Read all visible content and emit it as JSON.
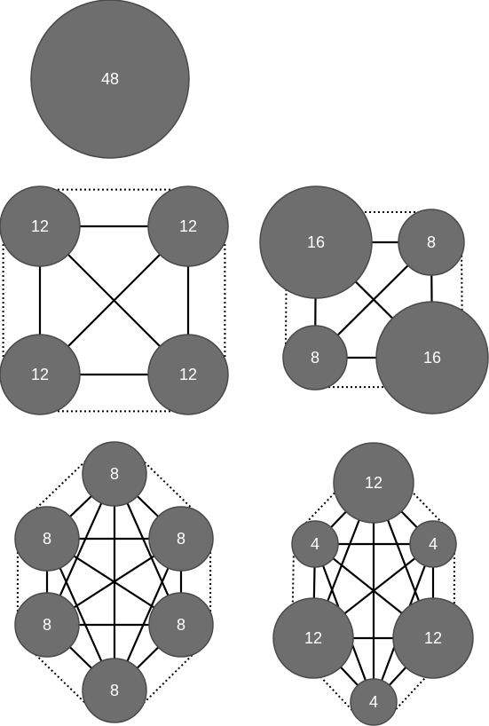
{
  "colors": {
    "node_fill": "#6e6e6e",
    "node_stroke": "#4a4a4a",
    "node_label": "#ffffff",
    "edge": "#000000",
    "background": "#ffffff"
  },
  "diagrams": [
    {
      "id": "single-node",
      "nodes": [
        {
          "id": "a",
          "label": "48"
        }
      ],
      "edges": [],
      "boundary": []
    },
    {
      "id": "square-4",
      "nodes": [
        {
          "id": "tl",
          "label": "12"
        },
        {
          "id": "tr",
          "label": "12"
        },
        {
          "id": "bl",
          "label": "12"
        },
        {
          "id": "br",
          "label": "12"
        }
      ],
      "edges": [
        [
          "tl",
          "tr"
        ],
        [
          "tl",
          "bl"
        ],
        [
          "tr",
          "br"
        ],
        [
          "bl",
          "br"
        ],
        [
          "tl",
          "br"
        ],
        [
          "tr",
          "bl"
        ]
      ],
      "boundary": [
        "tl",
        "tr",
        "br",
        "bl"
      ]
    },
    {
      "id": "square-4-mixed",
      "nodes": [
        {
          "id": "tl",
          "label": "16"
        },
        {
          "id": "tr",
          "label": "8"
        },
        {
          "id": "bl",
          "label": "8"
        },
        {
          "id": "br",
          "label": "16"
        }
      ],
      "edges": [
        [
          "tl",
          "tr"
        ],
        [
          "tl",
          "bl"
        ],
        [
          "tr",
          "br"
        ],
        [
          "bl",
          "br"
        ],
        [
          "tl",
          "br"
        ],
        [
          "tr",
          "bl"
        ]
      ],
      "boundary": [
        "tl",
        "tr",
        "br",
        "bl"
      ]
    },
    {
      "id": "hexagon-6",
      "nodes": [
        {
          "id": "top",
          "label": "8"
        },
        {
          "id": "ul",
          "label": "8"
        },
        {
          "id": "ur",
          "label": "8"
        },
        {
          "id": "ll",
          "label": "8"
        },
        {
          "id": "lr",
          "label": "8"
        },
        {
          "id": "bottom",
          "label": "8"
        }
      ],
      "edges": [
        [
          "top",
          "ul"
        ],
        [
          "top",
          "ur"
        ],
        [
          "top",
          "ll"
        ],
        [
          "top",
          "lr"
        ],
        [
          "top",
          "bottom"
        ],
        [
          "ul",
          "ur"
        ],
        [
          "ul",
          "ll"
        ],
        [
          "ul",
          "lr"
        ],
        [
          "ul",
          "bottom"
        ],
        [
          "ur",
          "ll"
        ],
        [
          "ur",
          "lr"
        ],
        [
          "ur",
          "bottom"
        ],
        [
          "ll",
          "lr"
        ],
        [
          "ll",
          "bottom"
        ],
        [
          "lr",
          "bottom"
        ]
      ],
      "boundary": [
        "top",
        "ur",
        "lr",
        "bottom",
        "ll",
        "ul"
      ]
    },
    {
      "id": "hexagon-6-mixed",
      "nodes": [
        {
          "id": "top",
          "label": "12"
        },
        {
          "id": "ul",
          "label": "4"
        },
        {
          "id": "ur",
          "label": "4"
        },
        {
          "id": "ll",
          "label": "12"
        },
        {
          "id": "lr",
          "label": "12"
        },
        {
          "id": "bottom",
          "label": "4"
        }
      ],
      "edges": [
        [
          "top",
          "ul"
        ],
        [
          "top",
          "ur"
        ],
        [
          "top",
          "ll"
        ],
        [
          "top",
          "lr"
        ],
        [
          "top",
          "bottom"
        ],
        [
          "ul",
          "ur"
        ],
        [
          "ul",
          "ll"
        ],
        [
          "ul",
          "lr"
        ],
        [
          "ul",
          "bottom"
        ],
        [
          "ur",
          "ll"
        ],
        [
          "ur",
          "lr"
        ],
        [
          "ur",
          "bottom"
        ],
        [
          "ll",
          "lr"
        ],
        [
          "ll",
          "bottom"
        ],
        [
          "lr",
          "bottom"
        ]
      ],
      "boundary": [
        "top",
        "ur",
        "lr",
        "bottom",
        "ll",
        "ul"
      ]
    }
  ]
}
